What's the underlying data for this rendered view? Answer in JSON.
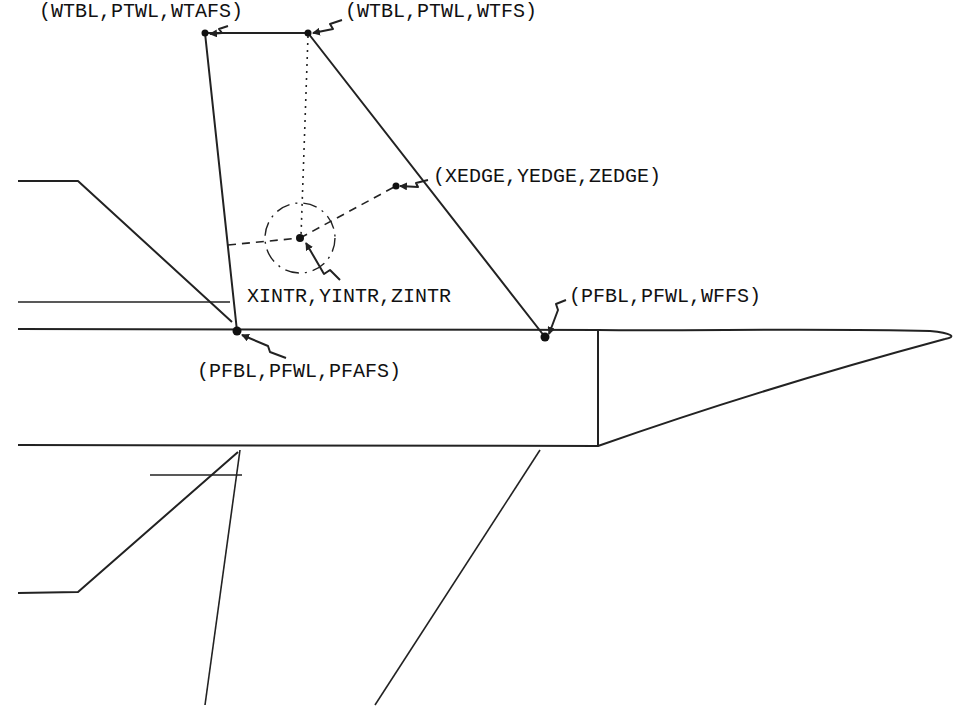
{
  "diagram": {
    "labels": [
      "(WTBL,PTWL,WTAFS)",
      "(WTBL,PTWL,WTFS)",
      "(XEDGE,YEDGE,ZEDGE)",
      "XINTR,YINTR,ZINTR",
      "(PFBL,PFWL,WFFS)",
      "(PFBL,PFWL,PFAFS)"
    ]
  }
}
